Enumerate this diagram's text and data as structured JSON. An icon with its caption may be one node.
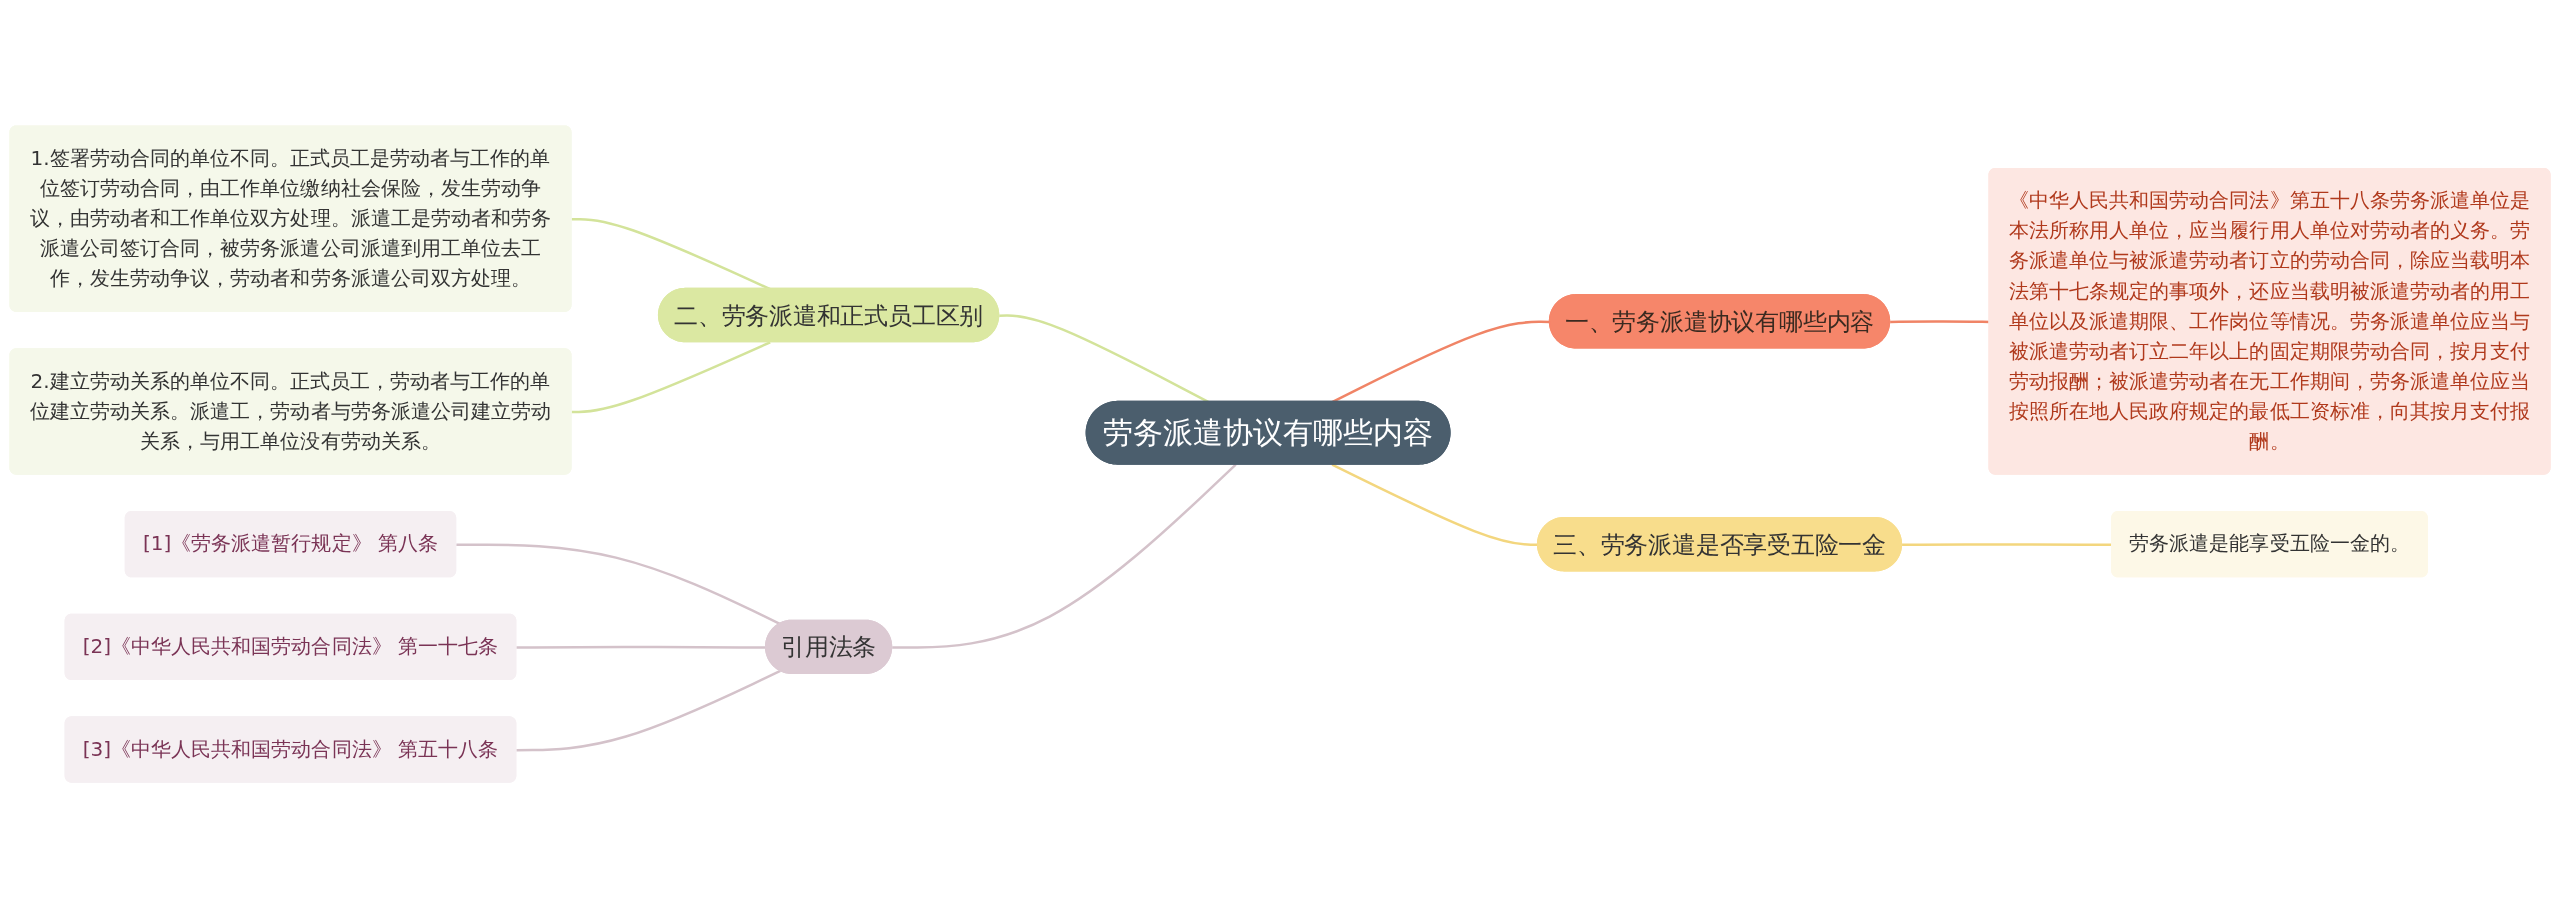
{
  "diagram": {
    "nodes": [
      {
        "text": [
          "劳务派遣协议有哪些内容"
        ]
      },
      {
        "text": [
          "一、劳务派遣协议有哪些内容"
        ]
      },
      {
        "text": [
          "《中华人民共和国劳动合同法》第五十八条劳务派遣单位是本法所称用人单位，应当履行用人单位对劳动者的义务。劳务派遣单位与被派遣劳动者订立的劳动合同，除应当载明本法第十七条规定的事项外，还应当载明被派遣劳动者的用工单位以及派遣期限、工作岗位等情况。劳务派遣单位应当与被派遣劳动者订立二年以上的固定期限劳动合同，按月支付劳动报酬；被派遣劳动者在无工作期间，劳务派遣单位应当按照所在地人民政府规定的最低工资标准，向其按月支付报酬。"
        ]
      },
      {
        "text": [
          "二、劳务派遣和正式员工区别"
        ]
      },
      {
        "text": [
          "1.签署劳动合同的单位不同。正式员工是劳动者与工作的单位签订劳动合同，由工作单位缴纳社会保险，发生劳动争议，由劳动者和工作单位双方处理。派遣工是劳动者和劳务派遣公司签订合同，被劳务派遣公司派遣到用工单位去工作，发生劳动争议，劳动者和劳务派遣公司双方处理。"
        ]
      },
      {
        "text": [
          "2.建立劳动关系的单位不同。正式员工，劳动者与工作的单位建立劳动关系。派遣工，劳动者与劳务派遣公司建立劳动关系，与用工单位没有劳动关系。"
        ]
      },
      {
        "text": [
          "三、劳务派遣是否享受五险一金"
        ]
      },
      {
        "text": [
          "劳务派遣是能享受五险一金的。"
        ]
      },
      {
        "text": [
          "引用法条"
        ]
      },
      {
        "text": [
          "[1]《劳务派遣暂行规定》 第八条"
        ]
      },
      {
        "text": [
          "[2]《中华人民共和国劳动合同法》 第一十七条"
        ]
      },
      {
        "text": [
          "[3]《中华人民共和国劳动合同法》 第五十八条"
        ]
      }
    ],
    "edges": [
      {
        "from": 0,
        "to": 1,
        "arrow": "none",
        "color": "#f08466"
      },
      {
        "from": 1,
        "to": 2,
        "arrow": "none",
        "color": "#f08466"
      },
      {
        "from": 0,
        "to": 3,
        "arrow": "none",
        "color": "#d3e39a"
      },
      {
        "from": 3,
        "to": 4,
        "arrow": "none",
        "color": "#d3e39a"
      },
      {
        "from": 3,
        "to": 5,
        "arrow": "none",
        "color": "#d3e39a"
      },
      {
        "from": 0,
        "to": 6,
        "arrow": "none",
        "color": "#f3d67e"
      },
      {
        "from": 6,
        "to": 7,
        "arrow": "none",
        "color": "#f3d67e"
      },
      {
        "from": 0,
        "to": 8,
        "arrow": "none",
        "color": "#d4c2ca"
      },
      {
        "from": 8,
        "to": 9,
        "arrow": "none",
        "color": "#d4c2ca"
      },
      {
        "from": 8,
        "to": 10,
        "arrow": "none",
        "color": "#d4c2ca"
      },
      {
        "from": 8,
        "to": 11,
        "arrow": "none",
        "color": "#d4c2ca"
      }
    ]
  }
}
